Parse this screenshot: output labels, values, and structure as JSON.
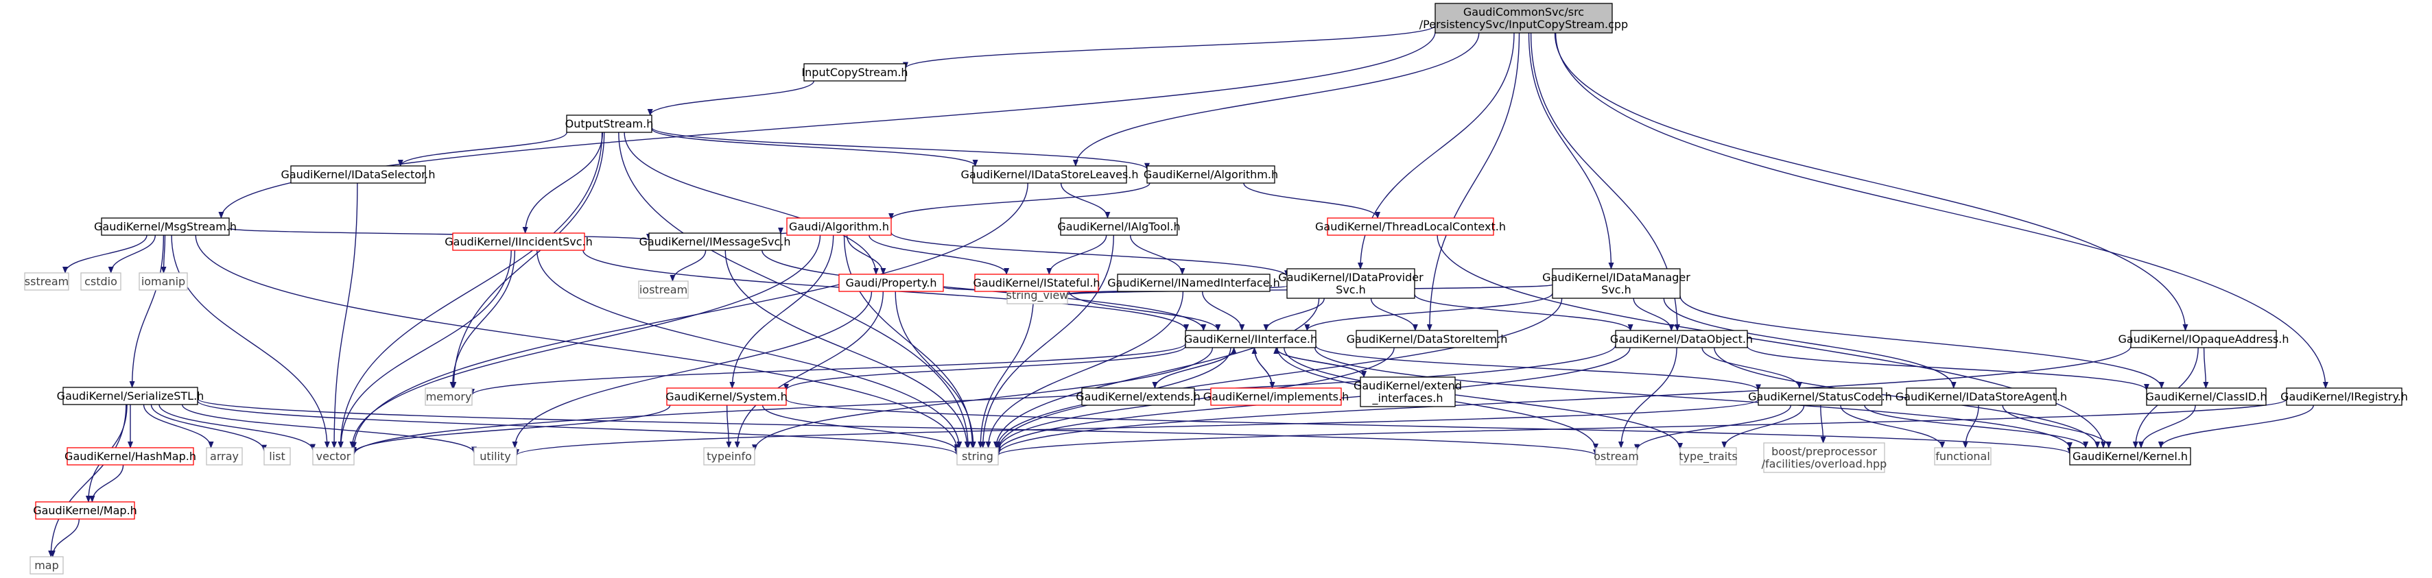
{
  "graph": {
    "nodes": [
      {
        "id": "root",
        "label": [
          "GaudiCommonSvc/src",
          "/PersistencySvc/InputCopyStream.cpp"
        ],
        "style": "root"
      },
      {
        "id": "ics",
        "label": [
          "InputCopyStream.h"
        ],
        "style": "normal"
      },
      {
        "id": "os",
        "label": [
          "OutputStream.h"
        ],
        "style": "normal"
      },
      {
        "id": "msg",
        "label": [
          "GaudiKernel/MsgStream.h"
        ],
        "style": "normal"
      },
      {
        "id": "ser",
        "label": [
          "GaudiKernel/SerializeSTL.h"
        ],
        "style": "normal"
      },
      {
        "id": "hashmap",
        "label": [
          "GaudiKernel/HashMap.h"
        ],
        "style": "red"
      },
      {
        "id": "map_h",
        "label": [
          "GaudiKernel/Map.h"
        ],
        "style": "red"
      },
      {
        "id": "map",
        "label": [
          "map"
        ],
        "style": "std"
      },
      {
        "id": "sstream",
        "label": [
          "sstream"
        ],
        "style": "std"
      },
      {
        "id": "cstdio",
        "label": [
          "cstdio"
        ],
        "style": "std"
      },
      {
        "id": "iomanip",
        "label": [
          "iomanip"
        ],
        "style": "std"
      },
      {
        "id": "array",
        "label": [
          "array"
        ],
        "style": "std"
      },
      {
        "id": "list",
        "label": [
          "list"
        ],
        "style": "std"
      },
      {
        "id": "vector",
        "label": [
          "vector"
        ],
        "style": "std"
      },
      {
        "id": "utility",
        "label": [
          "utility"
        ],
        "style": "std"
      },
      {
        "id": "memory",
        "label": [
          "memory"
        ],
        "style": "std"
      },
      {
        "id": "idsel",
        "label": [
          "GaudiKernel/IDataSelector.h"
        ],
        "style": "normal"
      },
      {
        "id": "iinc",
        "label": [
          "GaudiKernel/IIncidentSvc.h"
        ],
        "style": "red"
      },
      {
        "id": "imsg",
        "label": [
          "GaudiKernel/IMessageSvc.h"
        ],
        "style": "normal"
      },
      {
        "id": "iostream",
        "label": [
          "iostream"
        ],
        "style": "std"
      },
      {
        "id": "galg",
        "label": [
          "Gaudi/Algorithm.h"
        ],
        "style": "red"
      },
      {
        "id": "gprop",
        "label": [
          "Gaudi/Property.h"
        ],
        "style": "red"
      },
      {
        "id": "system",
        "label": [
          "GaudiKernel/System.h"
        ],
        "style": "red"
      },
      {
        "id": "typeinfo",
        "label": [
          "typeinfo"
        ],
        "style": "std"
      },
      {
        "id": "string",
        "label": [
          "string"
        ],
        "style": "std"
      },
      {
        "id": "strview",
        "label": [
          "string_view"
        ],
        "style": "std"
      },
      {
        "id": "idsl",
        "label": [
          "GaudiKernel/IDataStoreLeaves.h"
        ],
        "style": "normal"
      },
      {
        "id": "alg",
        "label": [
          "GaudiKernel/Algorithm.h"
        ],
        "style": "normal"
      },
      {
        "id": "tlc",
        "label": [
          "GaudiKernel/ThreadLocalContext.h"
        ],
        "style": "red"
      },
      {
        "id": "ialg",
        "label": [
          "GaudiKernel/IAlgTool.h"
        ],
        "style": "normal"
      },
      {
        "id": "istate",
        "label": [
          "GaudiKernel/IStateful.h"
        ],
        "style": "red"
      },
      {
        "id": "inamed",
        "label": [
          "GaudiKernel/INamedInterface.h"
        ],
        "style": "normal"
      },
      {
        "id": "idp",
        "label": [
          "GaudiKernel/IDataProvider",
          "Svc.h"
        ],
        "style": "normal"
      },
      {
        "id": "iint",
        "label": [
          "GaudiKernel/IInterface.h"
        ],
        "style": "normal"
      },
      {
        "id": "ext",
        "label": [
          "GaudiKernel/extends.h"
        ],
        "style": "normal"
      },
      {
        "id": "impl",
        "label": [
          "GaudiKernel/implements.h"
        ],
        "style": "red"
      },
      {
        "id": "extint",
        "label": [
          "GaudiKernel/extend",
          "_interfaces.h"
        ],
        "style": "normal"
      },
      {
        "id": "dsi",
        "label": [
          "GaudiKernel/DataStoreItem.h"
        ],
        "style": "normal"
      },
      {
        "id": "idm",
        "label": [
          "GaudiKernel/IDataManager",
          "Svc.h"
        ],
        "style": "normal"
      },
      {
        "id": "dobj",
        "label": [
          "GaudiKernel/DataObject.h"
        ],
        "style": "normal"
      },
      {
        "id": "sc",
        "label": [
          "GaudiKernel/StatusCode.h"
        ],
        "style": "normal"
      },
      {
        "id": "ostream",
        "label": [
          "ostream"
        ],
        "style": "std"
      },
      {
        "id": "typetraits",
        "label": [
          "type_traits"
        ],
        "style": "std"
      },
      {
        "id": "boost",
        "label": [
          "boost/preprocessor",
          "/facilities/overload.hpp"
        ],
        "style": "std"
      },
      {
        "id": "functional",
        "label": [
          "functional"
        ],
        "style": "std"
      },
      {
        "id": "idsa",
        "label": [
          "GaudiKernel/IDataStoreAgent.h"
        ],
        "style": "normal"
      },
      {
        "id": "ioa",
        "label": [
          "GaudiKernel/IOpaqueAddress.h"
        ],
        "style": "normal"
      },
      {
        "id": "clid",
        "label": [
          "GaudiKernel/ClassID.h"
        ],
        "style": "normal"
      },
      {
        "id": "ireg",
        "label": [
          "GaudiKernel/IRegistry.h"
        ],
        "style": "normal"
      },
      {
        "id": "kernel",
        "label": [
          "GaudiKernel/Kernel.h"
        ],
        "style": "normal"
      }
    ],
    "edges": [
      [
        "root",
        "ics"
      ],
      [
        "root",
        "msg"
      ],
      [
        "root",
        "idsl"
      ],
      [
        "root",
        "idp"
      ],
      [
        "root",
        "dsi"
      ],
      [
        "root",
        "idm"
      ],
      [
        "root",
        "dobj"
      ],
      [
        "root",
        "ioa"
      ],
      [
        "root",
        "ireg"
      ],
      [
        "ics",
        "os"
      ],
      [
        "os",
        "idsel"
      ],
      [
        "os",
        "iinc"
      ],
      [
        "os",
        "memory"
      ],
      [
        "os",
        "vector"
      ],
      [
        "os",
        "string"
      ],
      [
        "os",
        "gprop"
      ],
      [
        "os",
        "alg"
      ],
      [
        "os",
        "idsl"
      ],
      [
        "msg",
        "sstream"
      ],
      [
        "msg",
        "cstdio"
      ],
      [
        "msg",
        "iomanip"
      ],
      [
        "msg",
        "vector"
      ],
      [
        "msg",
        "string"
      ],
      [
        "msg",
        "ser"
      ],
      [
        "msg",
        "imsg"
      ],
      [
        "ser",
        "hashmap"
      ],
      [
        "ser",
        "map_h"
      ],
      [
        "ser",
        "map"
      ],
      [
        "ser",
        "array"
      ],
      [
        "ser",
        "list"
      ],
      [
        "ser",
        "vector"
      ],
      [
        "ser",
        "utility"
      ],
      [
        "ser",
        "string"
      ],
      [
        "ser",
        "ostream"
      ],
      [
        "hashmap",
        "map_h"
      ],
      [
        "map_h",
        "map"
      ],
      [
        "idsel",
        "vector"
      ],
      [
        "iinc",
        "vector"
      ],
      [
        "iinc",
        "memory"
      ],
      [
        "iinc",
        "string"
      ],
      [
        "iinc",
        "iint"
      ],
      [
        "imsg",
        "iostream"
      ],
      [
        "imsg",
        "string"
      ],
      [
        "imsg",
        "iint"
      ],
      [
        "galg",
        "imsg"
      ],
      [
        "galg",
        "istate"
      ],
      [
        "galg",
        "gprop"
      ],
      [
        "galg",
        "system"
      ],
      [
        "galg",
        "string"
      ],
      [
        "galg",
        "vector"
      ],
      [
        "galg",
        "idp"
      ],
      [
        "gprop",
        "strview"
      ],
      [
        "gprop",
        "string"
      ],
      [
        "gprop",
        "typeinfo"
      ],
      [
        "gprop",
        "utility"
      ],
      [
        "system",
        "string"
      ],
      [
        "system",
        "typeinfo"
      ],
      [
        "system",
        "vector"
      ],
      [
        "system",
        "kernel"
      ],
      [
        "idsl",
        "ialg"
      ],
      [
        "idsl",
        "vector"
      ],
      [
        "alg",
        "galg"
      ],
      [
        "alg",
        "tlc"
      ],
      [
        "tlc",
        "kernel"
      ],
      [
        "ialg",
        "istate"
      ],
      [
        "ialg",
        "inamed"
      ],
      [
        "ialg",
        "string"
      ],
      [
        "istate",
        "iint"
      ],
      [
        "istate",
        "string"
      ],
      [
        "inamed",
        "iint"
      ],
      [
        "inamed",
        "string"
      ],
      [
        "idp",
        "dsi"
      ],
      [
        "idp",
        "iint"
      ],
      [
        "idp",
        "dobj"
      ],
      [
        "idp",
        "string"
      ],
      [
        "idp",
        "strview"
      ],
      [
        "iint",
        "system"
      ],
      [
        "iint",
        "ext"
      ],
      [
        "iint",
        "impl"
      ],
      [
        "iint",
        "extint"
      ],
      [
        "iint",
        "sc"
      ],
      [
        "iint",
        "kernel"
      ],
      [
        "iint",
        "typeinfo"
      ],
      [
        "iint",
        "ostream"
      ],
      [
        "iint",
        "typetraits"
      ],
      [
        "iint",
        "memory"
      ],
      [
        "iint",
        "string"
      ],
      [
        "ext",
        "iint"
      ],
      [
        "impl",
        "iint"
      ],
      [
        "extint",
        "iint"
      ],
      [
        "dsi",
        "string"
      ],
      [
        "idm",
        "dobj"
      ],
      [
        "idm",
        "iint"
      ],
      [
        "idm",
        "idsa"
      ],
      [
        "idm",
        "clid"
      ],
      [
        "idm",
        "string"
      ],
      [
        "idm",
        "strview"
      ],
      [
        "dobj",
        "sc"
      ],
      [
        "dobj",
        "clid"
      ],
      [
        "dobj",
        "string"
      ],
      [
        "dobj",
        "ostream"
      ],
      [
        "dobj",
        "vector"
      ],
      [
        "dobj",
        "kernel"
      ],
      [
        "sc",
        "ostream"
      ],
      [
        "sc",
        "typetraits"
      ],
      [
        "sc",
        "boost"
      ],
      [
        "sc",
        "functional"
      ],
      [
        "sc",
        "utility"
      ],
      [
        "sc",
        "kernel"
      ],
      [
        "idsa",
        "functional"
      ],
      [
        "idsa",
        "kernel"
      ],
      [
        "ioa",
        "clid"
      ],
      [
        "ioa",
        "kernel"
      ],
      [
        "ioa",
        "string"
      ],
      [
        "clid",
        "kernel"
      ],
      [
        "ireg",
        "kernel"
      ],
      [
        "ireg",
        "string"
      ]
    ]
  },
  "colors": {
    "edge": "#191970",
    "normal_border": "#000000",
    "red_border": "#ff0000",
    "std_border": "#bfbfbf",
    "std_text": "#404040",
    "root_fill": "#bfbfbf",
    "text": "#000000"
  }
}
